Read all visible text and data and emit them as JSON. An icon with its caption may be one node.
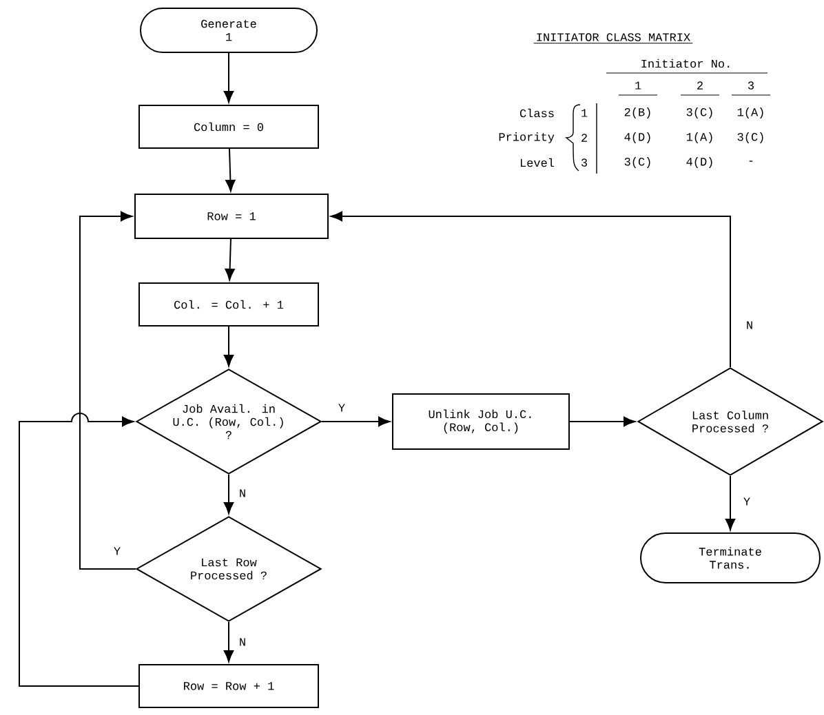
{
  "diagram": {
    "nodes": [
      {
        "text": [
          "Generate 1"
        ]
      },
      {
        "text": [
          "Column = 0"
        ]
      },
      {
        "text": [
          "Row = 1"
        ]
      },
      {
        "text": [
          "Col. = Col. + 1"
        ]
      },
      {
        "text": [
          "Job Avail. in U.C. (Row, Col.) ?"
        ]
      },
      {
        "text": [
          "Last Row Processed ?"
        ]
      },
      {
        "text": [
          "Row = Row + 1"
        ]
      },
      {
        "text": [
          "Unlink Job U.C. (Row, Col.)"
        ]
      },
      {
        "text": [
          "Last Column Processed ?"
        ]
      },
      {
        "text": [
          "Terminate Trans."
        ]
      }
    ],
    "edges": [
      {
        "from": 0,
        "to": 1,
        "arrow": "to"
      },
      {
        "from": 1,
        "to": 2,
        "arrow": "to"
      },
      {
        "from": 2,
        "to": 3,
        "arrow": "to"
      },
      {
        "from": 3,
        "to": 4,
        "arrow": "to"
      },
      {
        "from": 4,
        "to": 7,
        "arrow": "to",
        "label": "Y"
      },
      {
        "from": 4,
        "to": 5,
        "arrow": "to",
        "label": "N"
      },
      {
        "from": 5,
        "to": 2,
        "arrow": "to",
        "label": "Y"
      },
      {
        "from": 5,
        "to": 6,
        "arrow": "to",
        "label": "N"
      },
      {
        "from": 6,
        "to": 4,
        "arrow": "to"
      },
      {
        "from": 7,
        "to": 8,
        "arrow": "to"
      },
      {
        "from": 8,
        "to": 2,
        "arrow": "to",
        "label": "N"
      },
      {
        "from": 8,
        "to": 9,
        "arrow": "to",
        "label": "Y"
      }
    ],
    "labels": [
      "INITIATOR CLASS MATRIX",
      "Initiator No.",
      "1",
      "2",
      "3",
      "Class",
      "1",
      "2(B)",
      "3(C)",
      "1(A)",
      "Priority",
      "2",
      "4(D)",
      "1(A)",
      "3(C)",
      "Level",
      "3",
      "3(C)",
      "4(D)",
      "-"
    ]
  }
}
